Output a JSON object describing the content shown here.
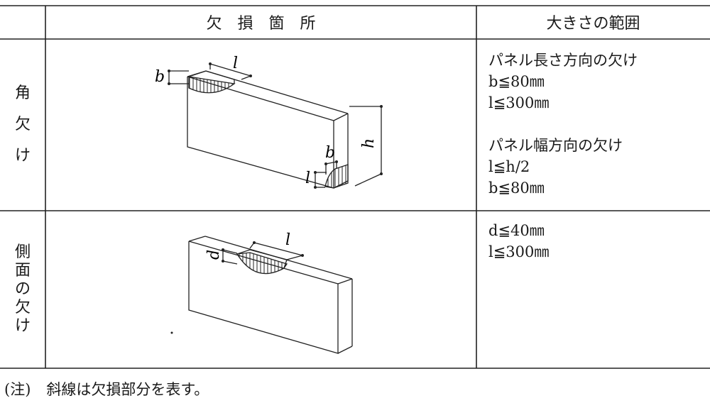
{
  "table": {
    "header": {
      "location": "欠　損　箇　所",
      "range": "大きさの範囲"
    },
    "rows": [
      {
        "category": [
          "角",
          "欠",
          "け"
        ],
        "diagram_labels": {
          "l_top": "l",
          "b_top": "b",
          "h": "h",
          "b_bottom": "b",
          "l_bottom": "l"
        },
        "range_lines": [
          "パネル長さ方向の欠け",
          "b≦80㎜",
          "l≦300㎜",
          "",
          "パネル幅方向の欠け",
          "l≦h/2",
          "b≦80㎜"
        ]
      },
      {
        "category": [
          "側",
          "面",
          "の",
          "欠",
          "け"
        ],
        "diagram_labels": {
          "l": "l",
          "d": "d"
        },
        "range_lines": [
          "d≦40㎜",
          "l≦300㎜"
        ]
      }
    ]
  },
  "note": {
    "prefix": "(注)",
    "text": "斜線は欠損部分を表す。"
  }
}
